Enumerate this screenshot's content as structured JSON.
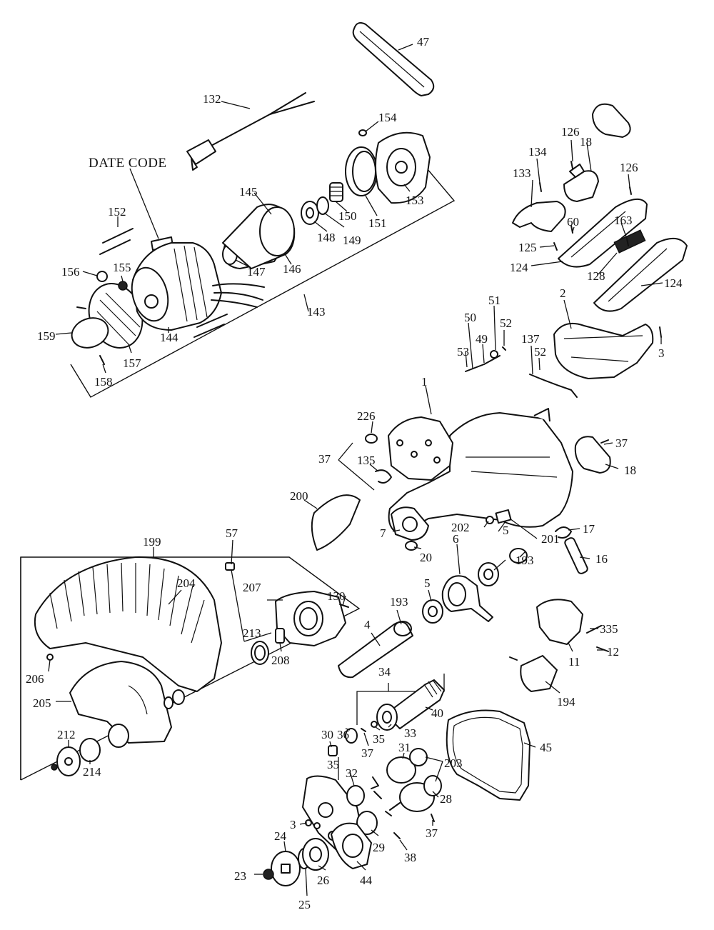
{
  "date_code_label": "DATE CODE",
  "labels": {
    "p1": "1",
    "p2": "2",
    "p3a": "3",
    "p3b": "3",
    "p4": "4",
    "p5a": "5",
    "p5b": "5",
    "p6": "6",
    "p7": "7",
    "p11": "11",
    "p12": "12",
    "p16": "16",
    "p17": "17",
    "p18a": "18",
    "p18b": "18",
    "p20": "20",
    "p23": "23",
    "p24": "24",
    "p25": "25",
    "p26": "26",
    "p28": "28",
    "p29": "29",
    "p30": "30",
    "p31": "31",
    "p32": "32",
    "p33": "33",
    "p34": "34",
    "p35a": "35",
    "p35b": "35",
    "p36": "36",
    "p37a": "37",
    "p37b": "37",
    "p37c": "37",
    "p37d": "37",
    "p38": "38",
    "p40": "40",
    "p44": "44",
    "p45": "45",
    "p47": "47",
    "p49": "49",
    "p50": "50",
    "p51": "51",
    "p52a": "52",
    "p52b": "52",
    "p53": "53",
    "p57": "57",
    "p60": "60",
    "p124a": "124",
    "p124b": "124",
    "p125": "125",
    "p126a": "126",
    "p126b": "126",
    "p128": "128",
    "p130": "130",
    "p132": "132",
    "p133": "133",
    "p134": "134",
    "p135": "135",
    "p137": "137",
    "p143": "143",
    "p144": "144",
    "p145": "145",
    "p146": "146",
    "p147": "147",
    "p148": "148",
    "p149": "149",
    "p150": "150",
    "p151": "151",
    "p152": "152",
    "p153": "153",
    "p154": "154",
    "p155": "155",
    "p156": "156",
    "p157": "157",
    "p158": "158",
    "p159": "159",
    "p163": "163",
    "p193a": "193",
    "p193b": "193",
    "p194": "194",
    "p199": "199",
    "p200": "200",
    "p201": "201",
    "p202": "202",
    "p203": "203",
    "p204": "204",
    "p205": "205",
    "p206": "206",
    "p207": "207",
    "p208": "208",
    "p212": "212",
    "p213": "213",
    "p214": "214",
    "p226": "226",
    "p335": "335"
  }
}
